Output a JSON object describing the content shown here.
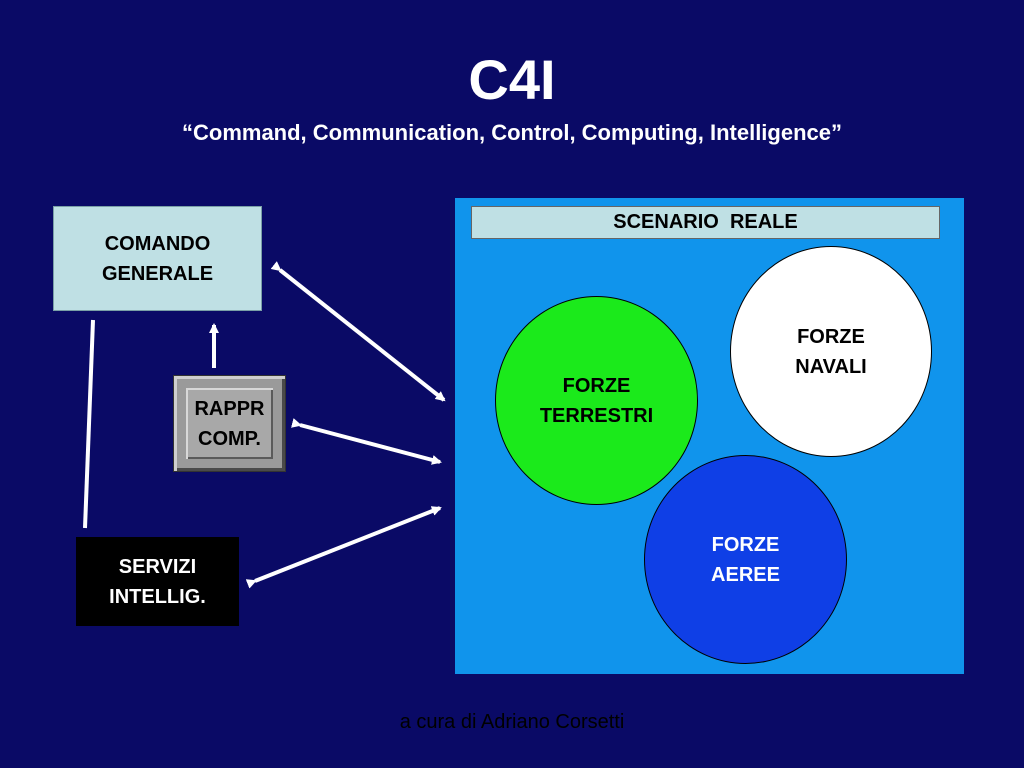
{
  "title": "C4I",
  "subtitle": "“Command, Communication, Control, Computing, Intelligence”",
  "nodes": {
    "comando": "COMANDO\nGENERALE",
    "rappr": "RAPPR\nCOMP.",
    "servizi": "SERVIZI\nINTELLIG."
  },
  "scenario": {
    "label": "SCENARIO  REALE",
    "forze_navali": "FORZE\nNAVALI",
    "forze_terrestri": "FORZE\nTERRESTRI",
    "forze_aeree": "FORZE\nAEREE"
  },
  "footer": "a cura di Adriano Corsetti",
  "colors": {
    "background": "#0a0a66",
    "scenario_bg": "#1094ec",
    "comando_bg": "#bfe0e4",
    "navali_bg": "#ffffff",
    "terrestri_bg": "#1bea1b",
    "aeree_bg": "#0f3fe6",
    "servizi_bg": "#000000",
    "rappr_bg": "#9a9a9a"
  }
}
